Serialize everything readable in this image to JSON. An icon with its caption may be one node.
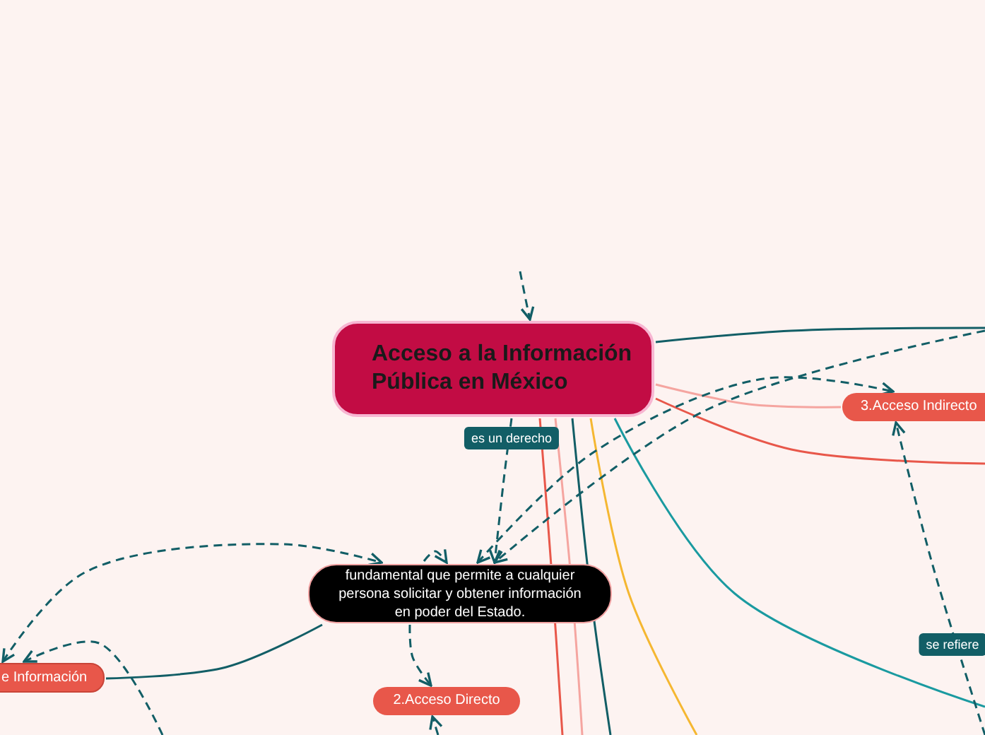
{
  "diagram": {
    "nodes": [
      {
        "text": [
          "Acceso a la Información Pública en México"
        ]
      },
      {
        "text": [
          "fundamental que permite a cualquier persona solicitar y obtener información en poder del Estado."
        ]
      },
      {
        "text": [
          "e Información"
        ]
      },
      {
        "text": [
          "2.Acceso Directo"
        ]
      },
      {
        "text": [
          "3.Acceso Indirecto"
        ]
      }
    ],
    "edges": [
      {
        "from": 0,
        "to": null,
        "arrow": "none"
      },
      {
        "from": 0,
        "to": 4,
        "arrow": "none",
        "color": "#f5a5a0"
      },
      {
        "from": 0,
        "to": null,
        "arrow": "none",
        "color": "#e8574a"
      },
      {
        "from": 0,
        "to": null,
        "arrow": "none",
        "color": "#e8574a"
      },
      {
        "from": 0,
        "to": null,
        "arrow": "none",
        "color": "#f5a5a0"
      },
      {
        "from": 0,
        "to": null,
        "arrow": "none"
      },
      {
        "from": 0,
        "to": null,
        "arrow": "none",
        "color": "#f5b731"
      },
      {
        "from": 0,
        "to": null,
        "arrow": "none",
        "color": "#1a9aa0"
      },
      {
        "from": null,
        "to": 0,
        "arrow": "to",
        "style": "dashed"
      },
      {
        "from": 0,
        "to": 1,
        "arrow": "to",
        "style": "dashed",
        "label": "es un derecho"
      },
      {
        "from": 1,
        "to": 2,
        "arrow": "none"
      },
      {
        "from": 2,
        "to": 1,
        "arrow": "both",
        "style": "dashed"
      },
      {
        "from": null,
        "to": 2,
        "arrow": "to",
        "style": "dashed"
      },
      {
        "from": 1,
        "to": 3,
        "arrow": "to",
        "style": "dashed"
      },
      {
        "from": null,
        "to": 3,
        "arrow": "to",
        "style": "dashed"
      },
      {
        "from": null,
        "to": 1,
        "arrow": "to",
        "style": "dashed"
      },
      {
        "from": 1,
        "to": 4,
        "arrow": "both",
        "style": "dashed"
      },
      {
        "from": null,
        "to": 1,
        "arrow": "to",
        "style": "dashed"
      },
      {
        "from": null,
        "to": 4,
        "arrow": "to",
        "style": "dashed",
        "label": "se refiere"
      }
    ]
  }
}
